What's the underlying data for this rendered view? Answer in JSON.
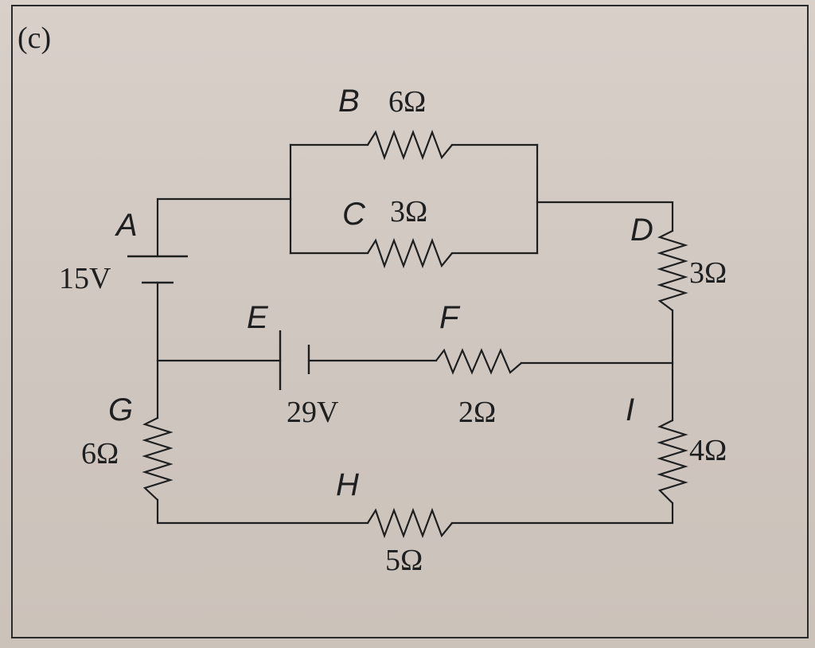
{
  "figure": {
    "panel_label": "(c)"
  },
  "nodes": {
    "A": "A",
    "B": "B",
    "C": "C",
    "D": "D",
    "E": "E",
    "F": "F",
    "G": "G",
    "H": "H",
    "I": "I"
  },
  "values": {
    "battery_a": "15V",
    "battery_e": "29V",
    "res_b": "6Ω",
    "res_c": "3Ω",
    "res_d": "3Ω",
    "res_f": "2Ω",
    "res_g": "6Ω",
    "res_h": "5Ω",
    "res_i": "4Ω"
  }
}
